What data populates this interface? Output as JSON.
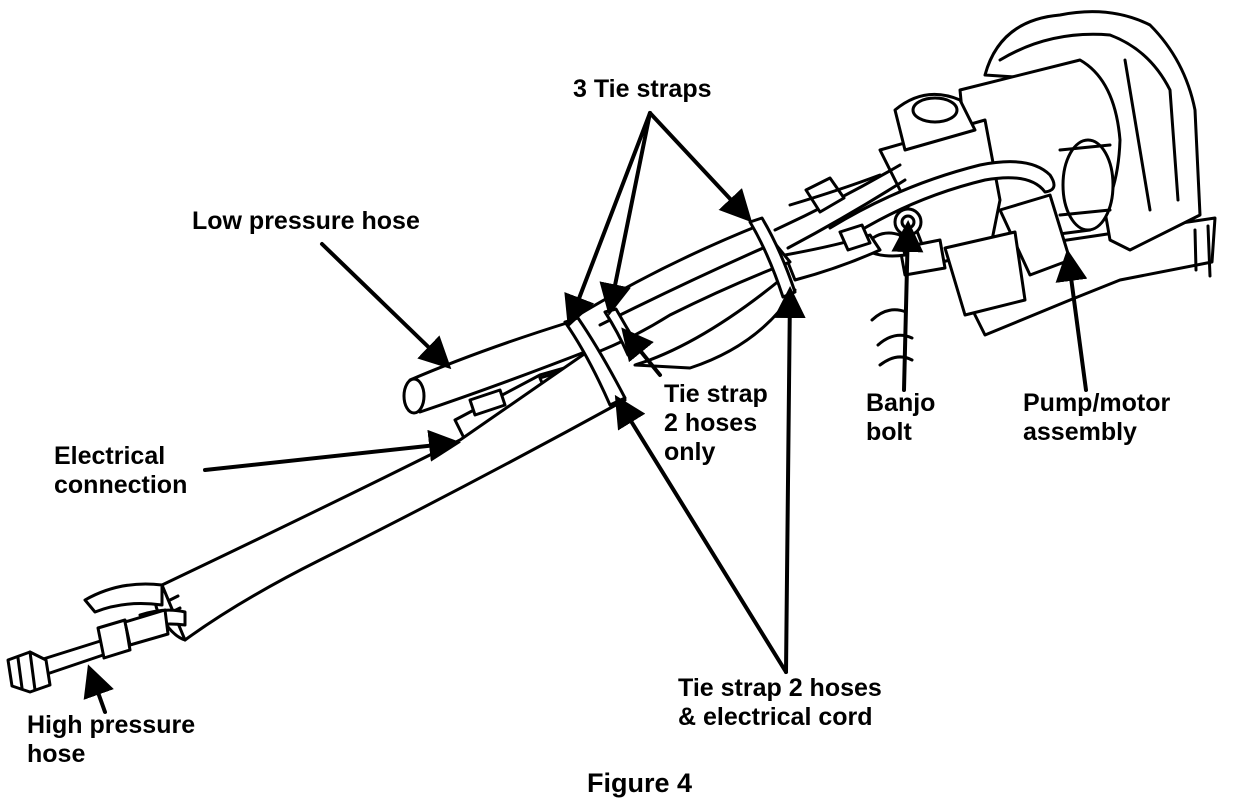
{
  "figure": {
    "caption": "Figure 4",
    "labels": {
      "three_tie_straps": "3 Tie straps",
      "low_pressure_hose": "Low pressure hose",
      "electrical_connection": [
        "Electrical",
        "connection"
      ],
      "tie_strap_2_hoses_only": [
        "Tie strap",
        "2 hoses",
        "only"
      ],
      "banjo_bolt": [
        "Banjo",
        "bolt"
      ],
      "pump_motor_assembly": [
        "Pump/motor",
        "assembly"
      ],
      "tie_strap_2_hoses_cord": [
        "Tie strap 2 hoses",
        "& electrical cord"
      ],
      "high_pressure_hose": [
        "High pressure",
        "hose"
      ]
    }
  }
}
